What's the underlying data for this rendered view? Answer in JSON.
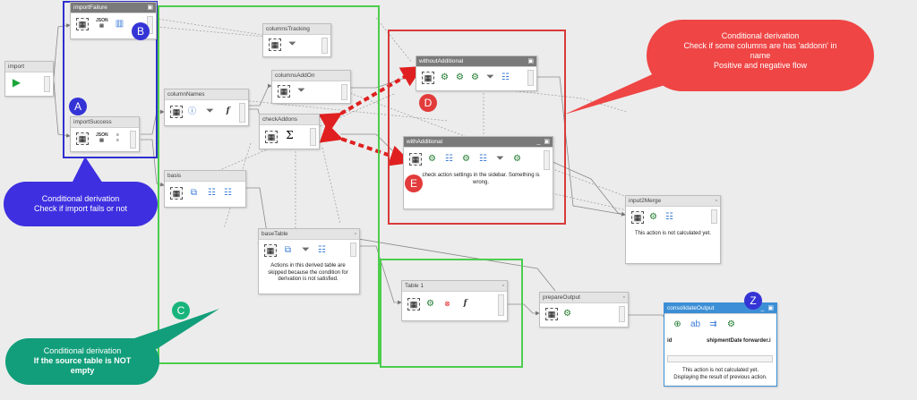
{
  "colors": {
    "blue_group": "#2f2fd0",
    "green_group": "#4ccd4c",
    "red_group": "#d93a3a",
    "bubble_blue": "#3e2fe0",
    "bubble_red": "#ef4545",
    "bubble_green": "#129e7a",
    "badge_blue": "#3434d6",
    "badge_red": "#e23b3b",
    "badge_green": "#19b47b"
  },
  "nodes": {
    "import": {
      "title": "import"
    },
    "importFailure": {
      "title": "importFailure"
    },
    "importSuccess": {
      "title": "importSuccess"
    },
    "columnsTracking": {
      "title": "columnsTracking"
    },
    "columnsAddOn": {
      "title": "columnsAddOn"
    },
    "columnNames": {
      "title": "columnNames"
    },
    "checkAddons": {
      "title": "checkAddons"
    },
    "basis": {
      "title": "basis"
    },
    "baseTable": {
      "title": "baseTable",
      "message": "Actions in this derived table are skipped because the condition for derivation is not satisfied."
    },
    "withoutAdditional": {
      "title": "withoutAdditional"
    },
    "withAdditional": {
      "title": "withAdditional",
      "message": "check action settings in the sidebar. Something is wrong."
    },
    "input2Merge": {
      "title": "input2Merge",
      "message": "This action is not calculated yet."
    },
    "table1": {
      "title": "Table 1"
    },
    "prepareOutput": {
      "title": "prepareOutput"
    },
    "consolidateOutput": {
      "title": "consolidateOutput",
      "columns": [
        "id",
        "shipmentDate",
        "forwarder.i"
      ],
      "message_line1": "This action is not calculated yet.",
      "message_line2": "Displaying the result of previous action."
    }
  },
  "badges": {
    "a": "A",
    "b": "B",
    "c": "C",
    "d": "D",
    "e": "E",
    "z": "Z"
  },
  "callouts": {
    "blue": {
      "line1": "Conditional derivation",
      "line2": "Check if import fails or not"
    },
    "red": {
      "line1": "Conditional derivation",
      "line2": "Check if some columns are has 'addonn' in",
      "line3": "name",
      "line4": "Positive and negative flow"
    },
    "green": {
      "line1": "Conditional derivation",
      "line2": "If the source table is NOT",
      "line3": "empty"
    }
  },
  "icons": {
    "selection": "dashed-selection-icon",
    "play": "play-icon",
    "json": "json-icon",
    "sum": "sigma-icon",
    "filter": "funnel-icon",
    "formula": "fx-icon",
    "calc": "gear-icon",
    "columns": "columns-icon",
    "info": "info-icon",
    "error": "error-icon"
  }
}
